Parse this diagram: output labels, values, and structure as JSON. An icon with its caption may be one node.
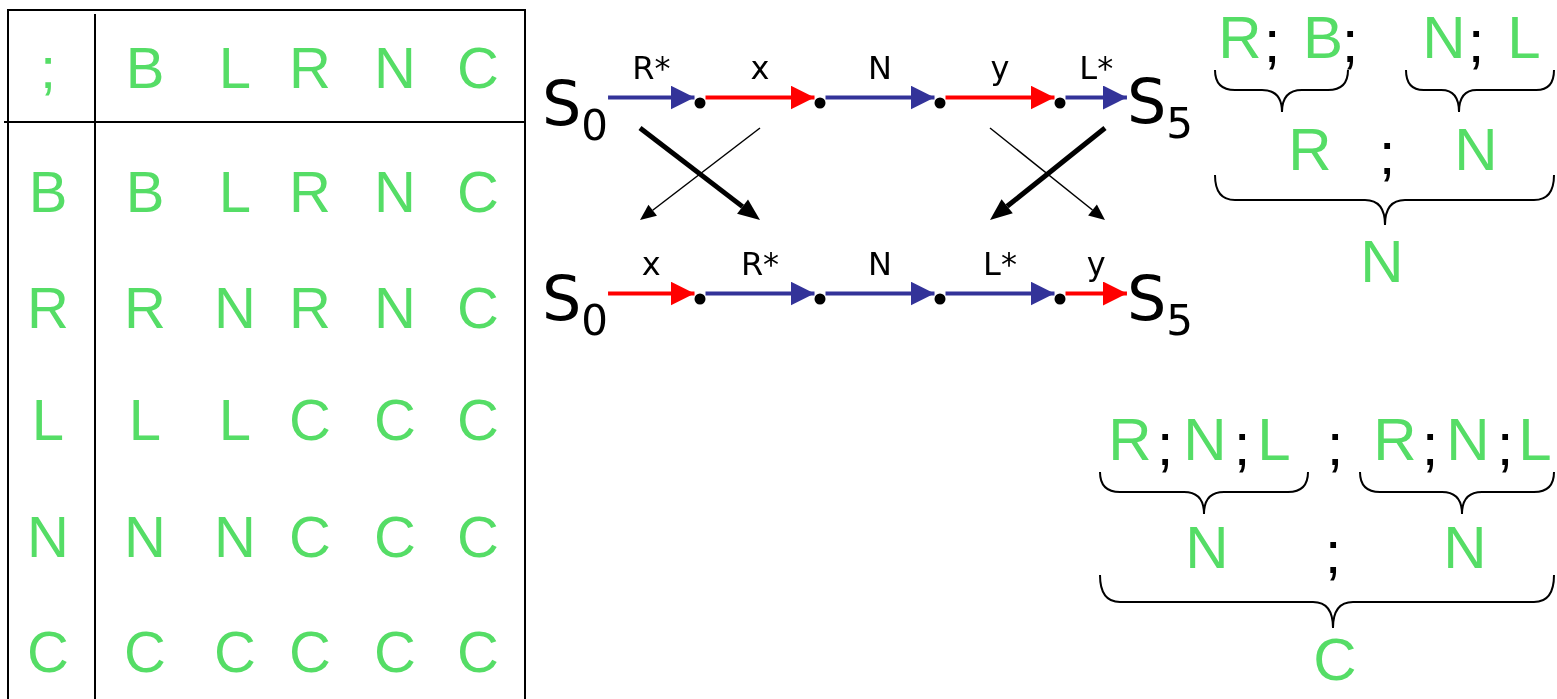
{
  "diagram": {
    "nodes": [
      {
        "text": [
          "S$_{0}$"
        ]
      },
      {
        "text": [],
        "shape": "circle"
      },
      {
        "text": [],
        "shape": "circle"
      },
      {
        "text": [],
        "shape": "circle"
      },
      {
        "text": [],
        "shape": "circle"
      },
      {
        "text": [
          "S$_{5}$"
        ]
      },
      {
        "text": [
          "S$_{0}$"
        ]
      },
      {
        "text": [],
        "shape": "circle"
      },
      {
        "text": [],
        "shape": "circle"
      },
      {
        "text": [],
        "shape": "circle"
      },
      {
        "text": [],
        "shape": "circle"
      },
      {
        "text": [
          "S$_{5}$"
        ]
      }
    ],
    "edges": [
      {
        "from": 0,
        "to": 1,
        "arrow": "to",
        "label": "R*"
      },
      {
        "from": 1,
        "to": 2,
        "arrow": "to",
        "label": "x",
        "color": "#ff0000"
      },
      {
        "from": 2,
        "to": 3,
        "arrow": "to",
        "label": "N"
      },
      {
        "from": 3,
        "to": 4,
        "arrow": "to",
        "label": "y",
        "color": "#ff0000"
      },
      {
        "from": 4,
        "to": 5,
        "arrow": "to",
        "label": "L*"
      },
      {
        "from": 6,
        "to": 7,
        "arrow": "to",
        "label": "x",
        "color": "#ff0000"
      },
      {
        "from": 7,
        "to": 8,
        "arrow": "to",
        "label": "R*"
      },
      {
        "from": 8,
        "to": 9,
        "arrow": "to",
        "label": "N"
      },
      {
        "from": 9,
        "to": 10,
        "arrow": "to",
        "label": "L*"
      },
      {
        "from": 10,
        "to": 11,
        "arrow": "to",
        "label": "y",
        "color": "#ff0000"
      }
    ],
    "labels": [
      ";",
      "B",
      "L",
      "R",
      "N",
      "C",
      "B",
      "B",
      "L",
      "R",
      "N",
      "C",
      "R",
      "R",
      "N",
      "R",
      "N",
      "C",
      "L",
      "L",
      "L",
      "C",
      "C",
      "C",
      "N",
      "N",
      "N",
      "C",
      "C",
      "C",
      "C",
      "C",
      "C",
      "C",
      "C",
      "C",
      "R",
      ";",
      "B",
      ";",
      "N",
      ";",
      "L",
      "R",
      ";",
      "N",
      "N",
      "R",
      ";",
      "N",
      ";",
      "L",
      ";",
      "R",
      ";",
      "N",
      ";",
      "L",
      "N",
      ";",
      "N",
      "C"
    ]
  }
}
